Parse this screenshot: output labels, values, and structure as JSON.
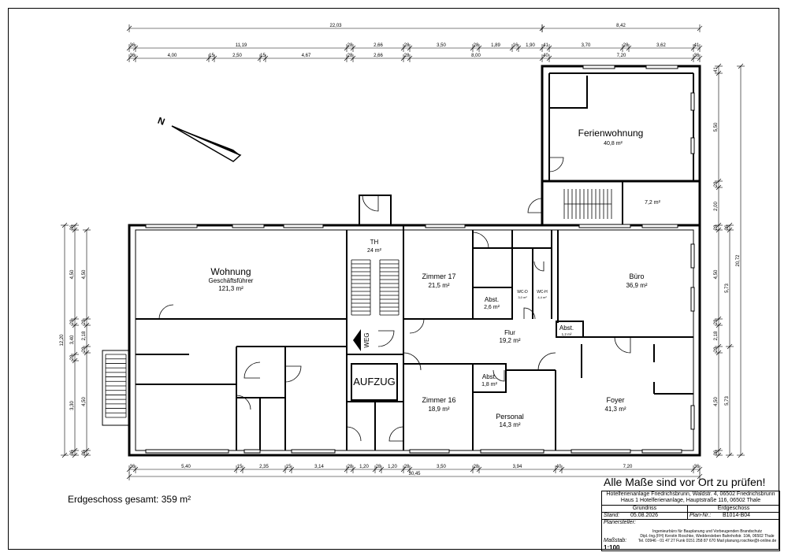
{
  "sheet": {
    "warning": "Alle Maße sind vor Ort zu prüfen!",
    "total_label": "Erdgeschoss gesamt: 359 m²"
  },
  "title_block": {
    "project_line1": "Hotelferienanlage Friedrichsbrunn, Waldstr. 4, 06502 Friedrichsbrunn",
    "project_line2": "Haus 1 Hotelferienanlage, Hauptstraße 116, 06502 Thale",
    "drawing_type": "Grundriss",
    "floor": "Erdgeschoss",
    "stand_label": "Stand:",
    "stand_value": "05.08.2026",
    "plan_label": "Plan-Nr.:",
    "plan_value": "B1014-B04",
    "planer_label": "Planersteller:",
    "firm_line1": "Ingenieurbüro für Bauplanung und Vorbeugenden Brandschutz",
    "firm_line2": "Dipl.-Ing.(FH) Kerstin Roschke, Weddersleben Bahnhofstr. 10A, 06502 Thale",
    "firm_line3": "Tel. 03946 - 01 47 27 Funk 0151 258 87 670 Mail planung.roschke@t-online.de",
    "scale_label": "Maßstab:",
    "scale_value": "1:100"
  },
  "rooms": {
    "ferienwohnung": {
      "name": "Ferienwohnung",
      "area": "40,8 m²"
    },
    "room_72": {
      "area": "7,2 m²"
    },
    "wohnung": {
      "name": "Wohnung",
      "sub": "Geschäftsführer",
      "area": "121,3 m²"
    },
    "th": {
      "name": "TH",
      "area": "24 m²"
    },
    "zimmer17": {
      "name": "Zimmer 17",
      "area": "21,5 m²"
    },
    "abst1": {
      "name": "Abst.",
      "area": "2,6 m²"
    },
    "wcd": {
      "name": "WC-D",
      "area": "3,0 m²"
    },
    "wch": {
      "name": "WC-H",
      "area": "4,4 m²"
    },
    "buero": {
      "name": "Büro",
      "area": "36,9 m²"
    },
    "abst2": {
      "name": "Abst.",
      "area": "1,2 m²"
    },
    "flur": {
      "name": "Flur",
      "area": "19,2 m²"
    },
    "abst3": {
      "name": "Abst.",
      "area": "1,8 m²"
    },
    "zimmer16": {
      "name": "Zimmer 16",
      "area": "18,9 m²"
    },
    "personal": {
      "name": "Personal",
      "area": "14,3 m²"
    },
    "foyer": {
      "name": "Foyer",
      "area": "41,3 m²"
    },
    "aufzug": {
      "name": "AUFZUG"
    },
    "weg": {
      "name": "WEG"
    }
  },
  "dims": {
    "top_total": "22,03",
    "top_right_total": "8,42",
    "top_row1": [
      "36",
      "11,19",
      "28",
      "2,66",
      "28",
      "3,50",
      "28",
      "1,89",
      "16",
      "1,90",
      "41",
      "3,70",
      "28",
      "3,62",
      "41"
    ],
    "top_row2": [
      "36",
      "4,00",
      "15",
      "2,50",
      "15",
      "4,67",
      "28",
      "2,66",
      "28",
      "8,00",
      "40",
      "7,20",
      "36"
    ],
    "bottom_row": [
      "36",
      "5,40",
      "15",
      "2,35",
      "15",
      "3,14",
      "28",
      "1,20",
      "28",
      "1,20",
      "28",
      "3,50",
      "28",
      "3,94",
      "40",
      "7,20",
      "36"
    ],
    "bottom_total": "30,45",
    "left_outer": [
      "36",
      "4,50",
      "28",
      "3,40",
      "28",
      "3,30",
      "36"
    ],
    "left_inner": [
      "4,50",
      "28",
      "2,18",
      "28",
      "4,50",
      "36"
    ],
    "left_total": "12,20",
    "right_col1": [
      "41",
      "5,50",
      "28",
      "2,00",
      "28",
      "4,50",
      "28",
      "2,18",
      "28",
      "4,50",
      "36"
    ],
    "right_col2": [
      "36",
      "5,73",
      "5,73"
    ],
    "right_total": "20,72"
  }
}
